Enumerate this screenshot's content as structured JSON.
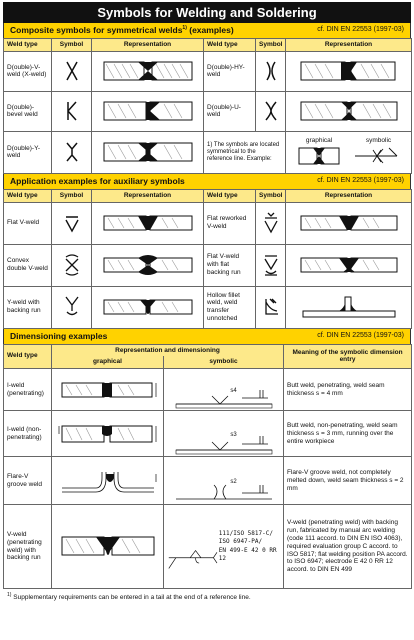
{
  "title": "Symbols for Welding and Soldering",
  "section1": {
    "heading": "Composite symbols for symmetrical welds",
    "heading_sup": "1)",
    "heading_suffix": "(examples)",
    "ref": "cf. DIN EN 22553 (1997-03)",
    "col_weld_type": "Weld type",
    "col_symbol": "Symbol",
    "col_representation": "Representation",
    "left_rows": [
      {
        "type": "D(ouble)-V-weld (X-weld)",
        "symbol": "X"
      },
      {
        "type": "D(ouble)-bevel weld",
        "symbol": "K"
      },
      {
        "type": "D(ouble)-Y-weld",
        "symbol": "Y"
      }
    ],
    "right_rows": [
      {
        "type": "D(ouble)-HY-weld"
      },
      {
        "type": "D(ouble)-U-weld"
      }
    ],
    "note_num": "1)",
    "note": "The symbols are located symmetrical to the reference line. Example:",
    "note_graphical": "graphical",
    "note_symbolic": "symbolic"
  },
  "section2": {
    "heading": "Application examples for auxiliary symbols",
    "ref": "cf. DIN EN 22553 (1997-03)",
    "col_weld_type": "Weld type",
    "col_symbol": "Symbol",
    "col_representation": "Representation",
    "left_rows": [
      {
        "type": "Flat V-weld"
      },
      {
        "type": "Convex double V-weld"
      },
      {
        "type": "Y-weld with backing run"
      }
    ],
    "right_rows": [
      {
        "type": "Flat reworked V-weld"
      },
      {
        "type": "Flat V-weld with flat backing run"
      },
      {
        "type": "Hollow fillet weld, weld transfer unnotched"
      }
    ]
  },
  "section3": {
    "heading": "Dimensioning examples",
    "ref": "cf. DIN EN 22553 (1997-03)",
    "col_weld_type": "Weld type",
    "col_representation": "Representation and dimensioning",
    "col_graphical": "graphical",
    "col_symbolic": "symbolic",
    "col_meaning": "Meaning of the symbolic dimension entry",
    "rows": [
      {
        "type": "I-weld (penetrating)",
        "label": "s4",
        "meaning": "Butt weld, penetrating, weld seam thickness s = 4 mm"
      },
      {
        "type": "I-weld (non-penetrating)",
        "label": "s3",
        "meaning": "Butt weld, non-penetrating, weld seam thickness s = 3 mm, running over the entire workpiece"
      },
      {
        "type": "Flare-V groove weld",
        "label": "s2",
        "meaning": "Flare-V groove weld, not completely melted down, weld seam thickness s = 2 mm"
      },
      {
        "type": "V-weld (penetrating weld) with backing run",
        "tail1": "111/ISO 5817-C/",
        "tail2": "ISO 6947-PA/",
        "tail3": "EN 499-E 42 0 RR 12",
        "meaning": "V-weld (penetrating weld) with backing run, fabricated by manual arc welding (code 111 accord. to DIN EN ISO 4063), required evaluation group C accord. to ISO 5817; flat welding position PA accord. to ISO 6947; electrode E 42 0 RR 12 accord. to DIN EN 499"
      }
    ]
  },
  "footnote_num": "1)",
  "footnote": "Supplementary requirements can be entered in a tail at the end of a reference line."
}
